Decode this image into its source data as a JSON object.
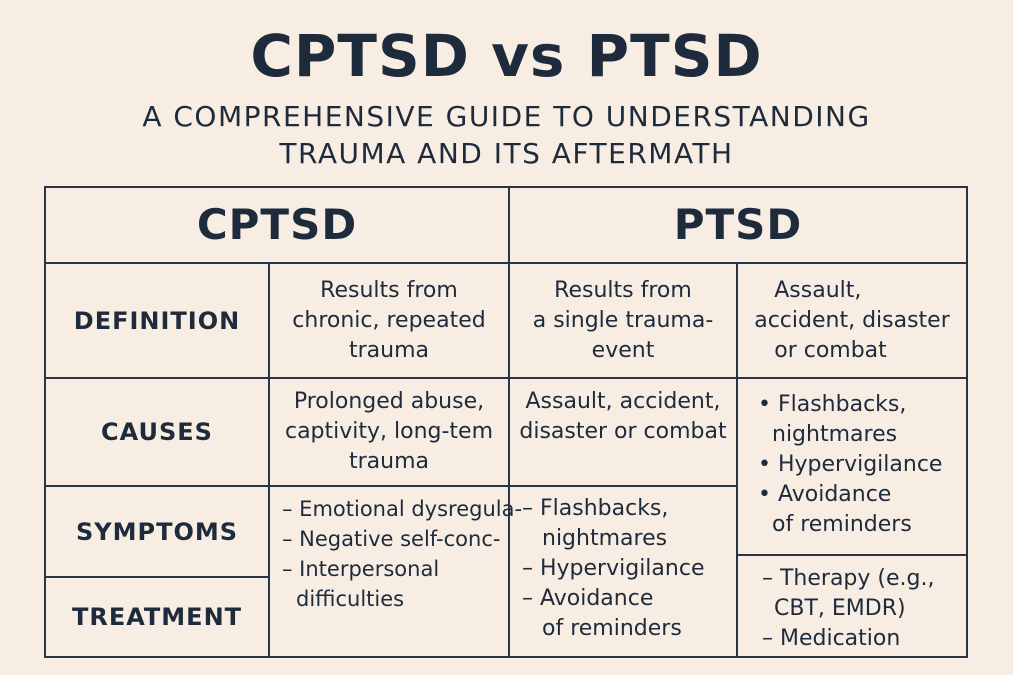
{
  "title": "CPTSD vs PTSD",
  "subtitle_line1": "A COMPREHENSIVE GUIDE TO UNDERSTANDING",
  "subtitle_line2": "TRAUMA AND ITS AFTERMATH",
  "table": {
    "headers": {
      "cptsd": "CPTSD",
      "ptsd": "PTSD"
    },
    "row_labels": {
      "definition": "DEFINITION",
      "causes": "CAUSES",
      "symptoms": "SYMPTOMS",
      "treatment": "TREATMENT"
    },
    "cptsd": {
      "definition": [
        "Results from",
        "chronic, repeated",
        "trauma"
      ],
      "causes": [
        "Prolonged abuse,",
        "captivity, long-tem",
        "trauma"
      ],
      "symptoms_treatment": [
        "– Emotional dysregula-",
        "– Negative self-conc-",
        "– Interpersonal",
        "difficulties"
      ]
    },
    "ptsd_left": {
      "definition": [
        "Results from",
        "a single trauma-",
        "event"
      ],
      "causes": [
        "Assault, accident,",
        "disaster or combat"
      ],
      "symptoms_treatment": [
        "– Flashbacks,",
        "nightmares",
        "– Hypervigilance",
        "– Avoidance",
        "of reminders"
      ]
    },
    "ptsd_right": {
      "definition": [
        "Assault,",
        "accident, disaster",
        "or combat"
      ],
      "causes_symptoms": [
        "• Flashbacks,",
        "nightmares",
        "• Hypervigilance",
        "• Avoidance",
        "of reminders"
      ],
      "treatment": [
        "– Therapy (e.g.,",
        "CBT, EMDR)",
        "– Medication"
      ]
    }
  }
}
